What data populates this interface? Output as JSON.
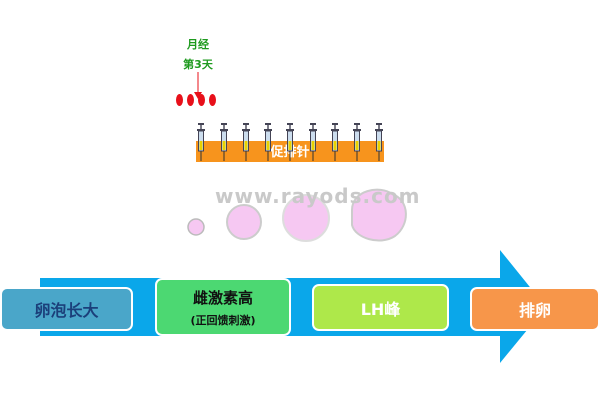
{
  "annotation": {
    "line1": "月经",
    "line2": "第3天"
  },
  "injection_bar": {
    "label": "促排针",
    "syringe_count": 9
  },
  "watermark": "www.rayods.com",
  "steps": [
    {
      "label": "卵泡长大",
      "sub": "",
      "color": "#4aa6c9",
      "text_color": "#1b3f7a"
    },
    {
      "label": "雌激素高",
      "sub": "(正回馈刺激)",
      "color": "#4cd872",
      "text_color": "#111111"
    },
    {
      "label": "LH峰",
      "sub": "",
      "color": "#aee84a",
      "text_color": "#ffffff"
    },
    {
      "label": "排卵",
      "sub": "",
      "color": "#f7964a",
      "text_color": "#ffffff"
    }
  ],
  "colors": {
    "arrow": "#0aa7ea",
    "follicle": "#f6c8f2",
    "injection": "#f7941d",
    "menses": "#e8101a"
  }
}
